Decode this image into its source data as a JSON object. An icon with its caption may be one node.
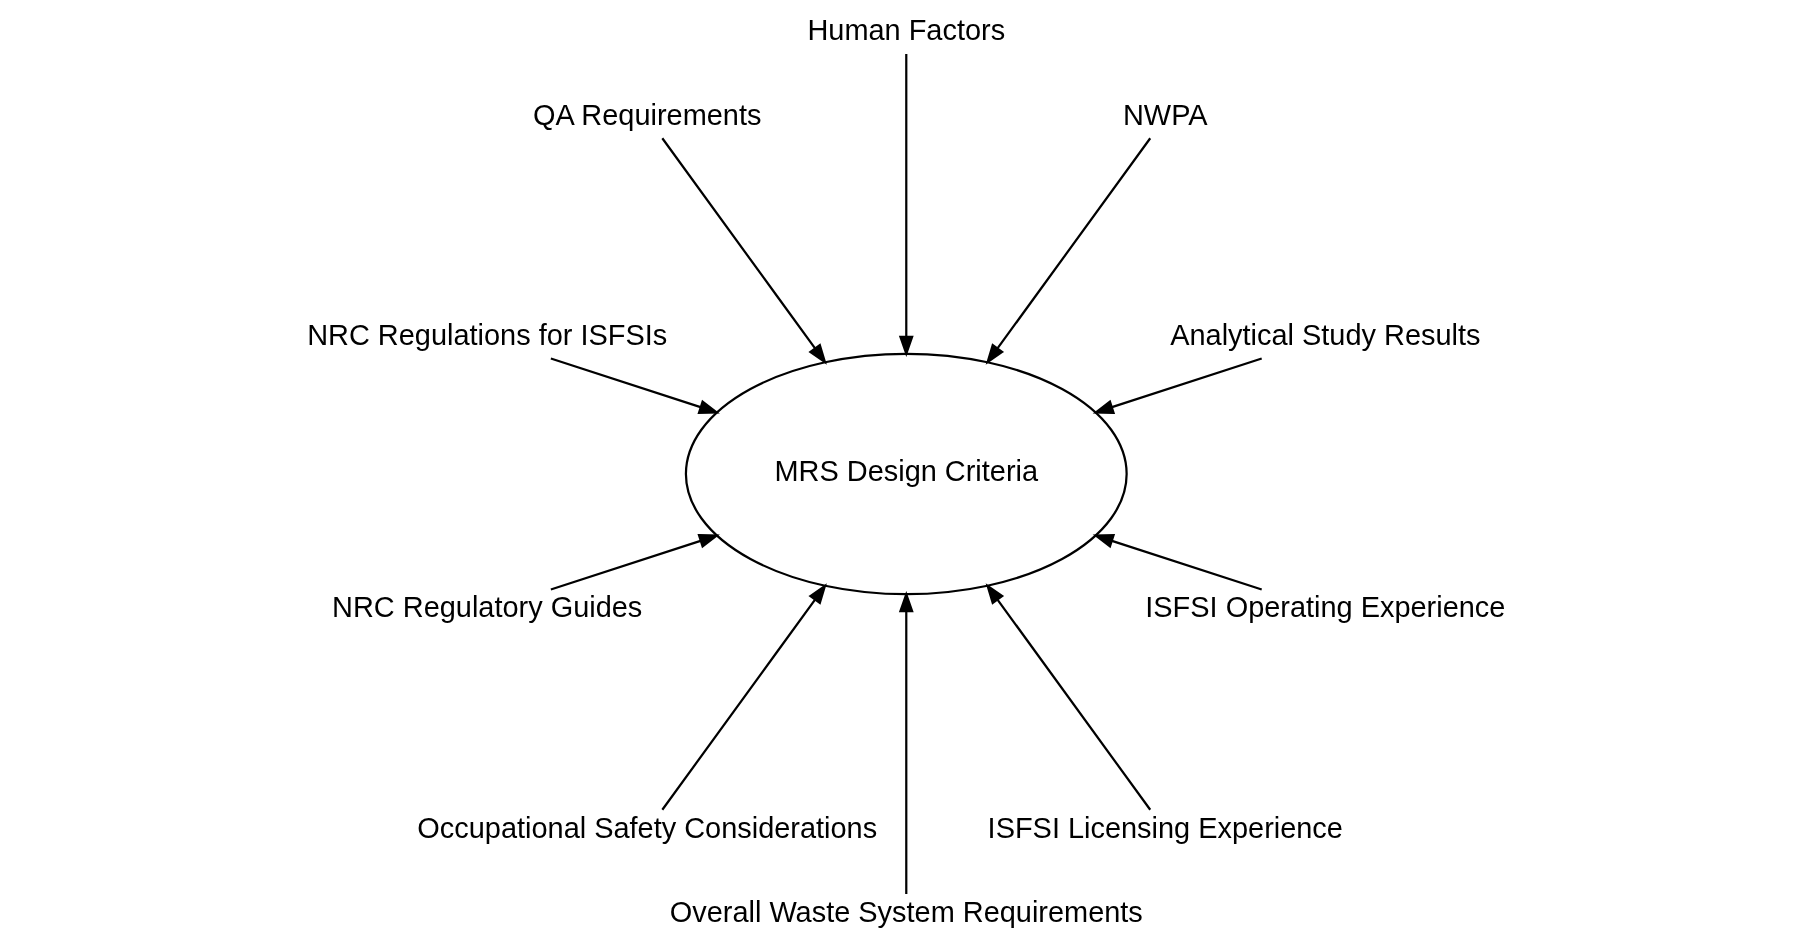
{
  "diagram": {
    "nodes": [
      {
        "text": [
          "MRS Design Criteria"
        ]
      },
      {
        "text": [
          "Analytical Study Results"
        ]
      },
      {
        "text": [
          "NWPA"
        ]
      },
      {
        "text": [
          "Human Factors"
        ]
      },
      {
        "text": [
          "QA Requirements"
        ]
      },
      {
        "text": [
          "NRC Regulations for ISFSIs"
        ]
      },
      {
        "text": [
          "NRC Regulatory Guides"
        ]
      },
      {
        "text": [
          "Occupational Safety Considerations"
        ]
      },
      {
        "text": [
          "Overall Waste System Requirements"
        ]
      },
      {
        "text": [
          "ISFSI Licensing Experience"
        ]
      },
      {
        "text": [
          "ISFSI Operating Experience"
        ]
      }
    ],
    "edges": [
      {
        "from": 1,
        "to": 0,
        "arrow": "to"
      },
      {
        "from": 2,
        "to": 0,
        "arrow": "to"
      },
      {
        "from": 3,
        "to": 0,
        "arrow": "to"
      },
      {
        "from": 4,
        "to": 0,
        "arrow": "to"
      },
      {
        "from": 5,
        "to": 0,
        "arrow": "to"
      },
      {
        "from": 6,
        "to": 0,
        "arrow": "to"
      },
      {
        "from": 7,
        "to": 0,
        "arrow": "to"
      },
      {
        "from": 8,
        "to": 0,
        "arrow": "to"
      },
      {
        "from": 9,
        "to": 0,
        "arrow": "to"
      },
      {
        "from": 10,
        "to": 0,
        "arrow": "to"
      }
    ]
  }
}
